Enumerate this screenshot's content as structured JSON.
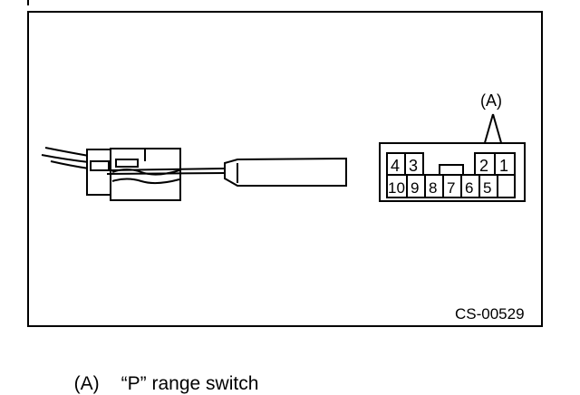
{
  "diagram": {
    "callout_label": "(A)",
    "figure_code": "CS-00529",
    "connector": {
      "top_row": [
        "4",
        "3",
        "",
        "",
        "2",
        "1"
      ],
      "bottom_row": [
        "10",
        "9",
        "8",
        "7",
        "6",
        "5"
      ]
    }
  },
  "caption": {
    "marker": "(A)",
    "text": "“P” range switch"
  }
}
